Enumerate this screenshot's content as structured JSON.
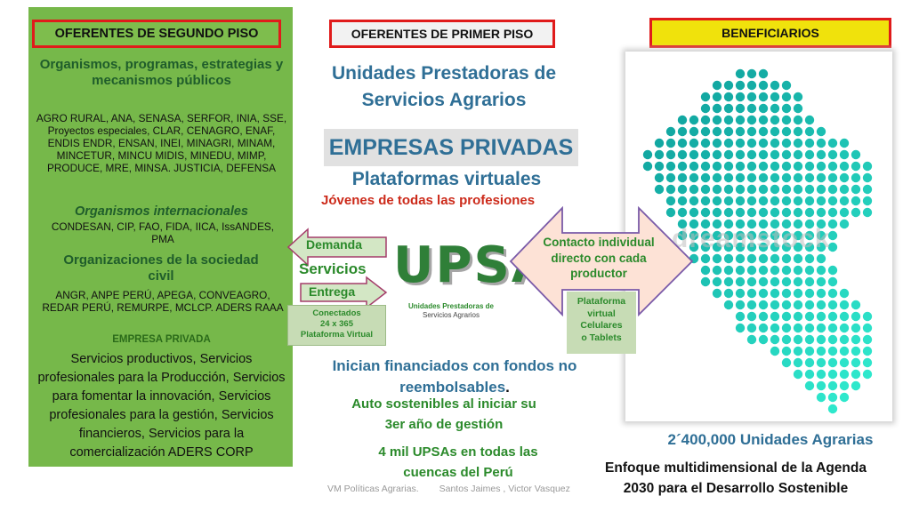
{
  "headers": {
    "segundo_piso": "OFERENTES DE SEGUNDO PISO",
    "primer_piso": "OFERENTES DE PRIMER PISO",
    "beneficiarios": "BENEFICIARIOS"
  },
  "left_panel": {
    "title_organismos": "Organismos, programas, estrategias y mecanismos públicos",
    "organismos_list": "AGRO RURAL, ANA, SENASA, SERFOR, INIA, SSE, Proyectos especiales, CLAR, CENAGRO, ENAF, ENDIS ENDR, ENSAN, INEI, MINAGRI, MINAM, MINCETUR, MINCU MIDIS, MINEDU, MIMP, PRODUCE, MRE, MINSA. JUSTICIA, DEFENSA",
    "title_internacionales": "Organismos internacionales",
    "internacionales_list": "CONDESAN, CIP, FAO, FIDA, IICA, IssANDES, PMA",
    "title_sociedad": "Organizaciones de la sociedad civil",
    "sociedad_list": "ANGR, ANPE PERÚ, APEGA, CONVEAGRO, REDAR PERÚ, REMURPE, MCLCP. ADERS RAAA",
    "title_empresa": "EMPRESA PRIVADA",
    "servicios_text": "Servicios productivos, Servicios profesionales para la Producción, Servicios para  fomentar la innovación, Servicios profesionales para la gestión, Servicios financieros, Servicios para la comercialización ADERS CORP"
  },
  "center": {
    "unidades_line1": "Unidades Prestadoras de",
    "unidades_line2": "Servicios Agrarios",
    "empresas": "EMPRESAS PRIVADAS",
    "plataformas": "Plataformas virtuales",
    "jovenes": "Jóvenes de todas las profesiones",
    "demanda": "Demanda",
    "servicios": "Servicios",
    "entrega": "Entrega",
    "conectados_1": "Conectados",
    "conectados_2": "24 x 365",
    "conectados_3": "Plataforma Virtual",
    "upsa": "UPSA",
    "upsa_sub_1": "Unidades Prestadoras de",
    "upsa_sub_2": "Servicios Agrarios",
    "inician_1": "Inician financiados con fondos no",
    "inician_2": "reembolsables",
    "inician_dot": ".",
    "auto_1": "Auto sostenibles al iniciar su",
    "auto_2": "3er año de gestión",
    "cuatro_1": "4 mil UPSAs en todas las",
    "cuatro_2": "cuencas del Perú"
  },
  "right": {
    "contacto": "Contacto individual directo con cada productor",
    "plataforma_1": "Plataforma",
    "plataforma_2": "virtual",
    "plataforma_3": "Celulares",
    "plataforma_4": "o Tablets",
    "watermark": "dreamstock",
    "unidades_agrarias": "2´400,000 Unidades Agrarias",
    "enfoque_1": "Enfoque multidimensional de la Agenda",
    "enfoque_2": "2030 para el Desarrollo Sostenible"
  },
  "footer": {
    "left": "VM Políticas Agrarias.",
    "right": "Santos Jaimes , Victor Vasquez"
  },
  "colors": {
    "panel_green": "#76b84a",
    "header_red": "#e01b1b",
    "title_blue": "#2f6f96",
    "arrow_purple": "#7a5aa8",
    "map_teal": "#1a9aa0"
  }
}
